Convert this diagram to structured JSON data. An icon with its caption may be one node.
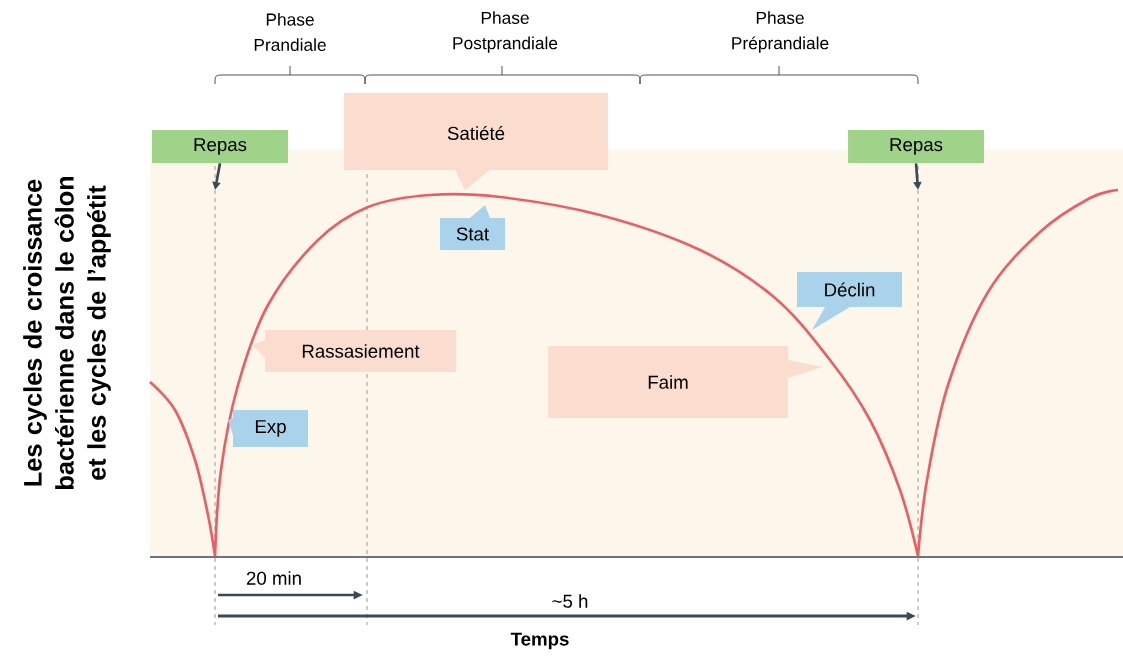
{
  "diagram": {
    "nodes": [
      {
        "text": [
          "Repas"
        ]
      },
      {
        "text": [
          "Satiété"
        ]
      },
      {
        "text": [
          "Repas"
        ]
      },
      {
        "text": [
          "Stat"
        ]
      },
      {
        "text": [
          "Déclin"
        ]
      },
      {
        "text": [
          "Rassasiement"
        ]
      },
      {
        "text": [
          "Faim"
        ]
      },
      {
        "text": [
          "Exp"
        ]
      }
    ],
    "edges": [
      {
        "from": 0,
        "to": null,
        "arrow": "to"
      },
      {
        "from": 2,
        "to": null,
        "arrow": "to"
      }
    ],
    "labels": [
      "Phase Prandiale",
      "Phase Postprandiale",
      "Phase Préprandiale",
      "Les cycles de croissance bactérienne dans le côlon et les cycles de l’appétit",
      "20 min",
      "~5 h",
      "Temps"
    ]
  }
}
